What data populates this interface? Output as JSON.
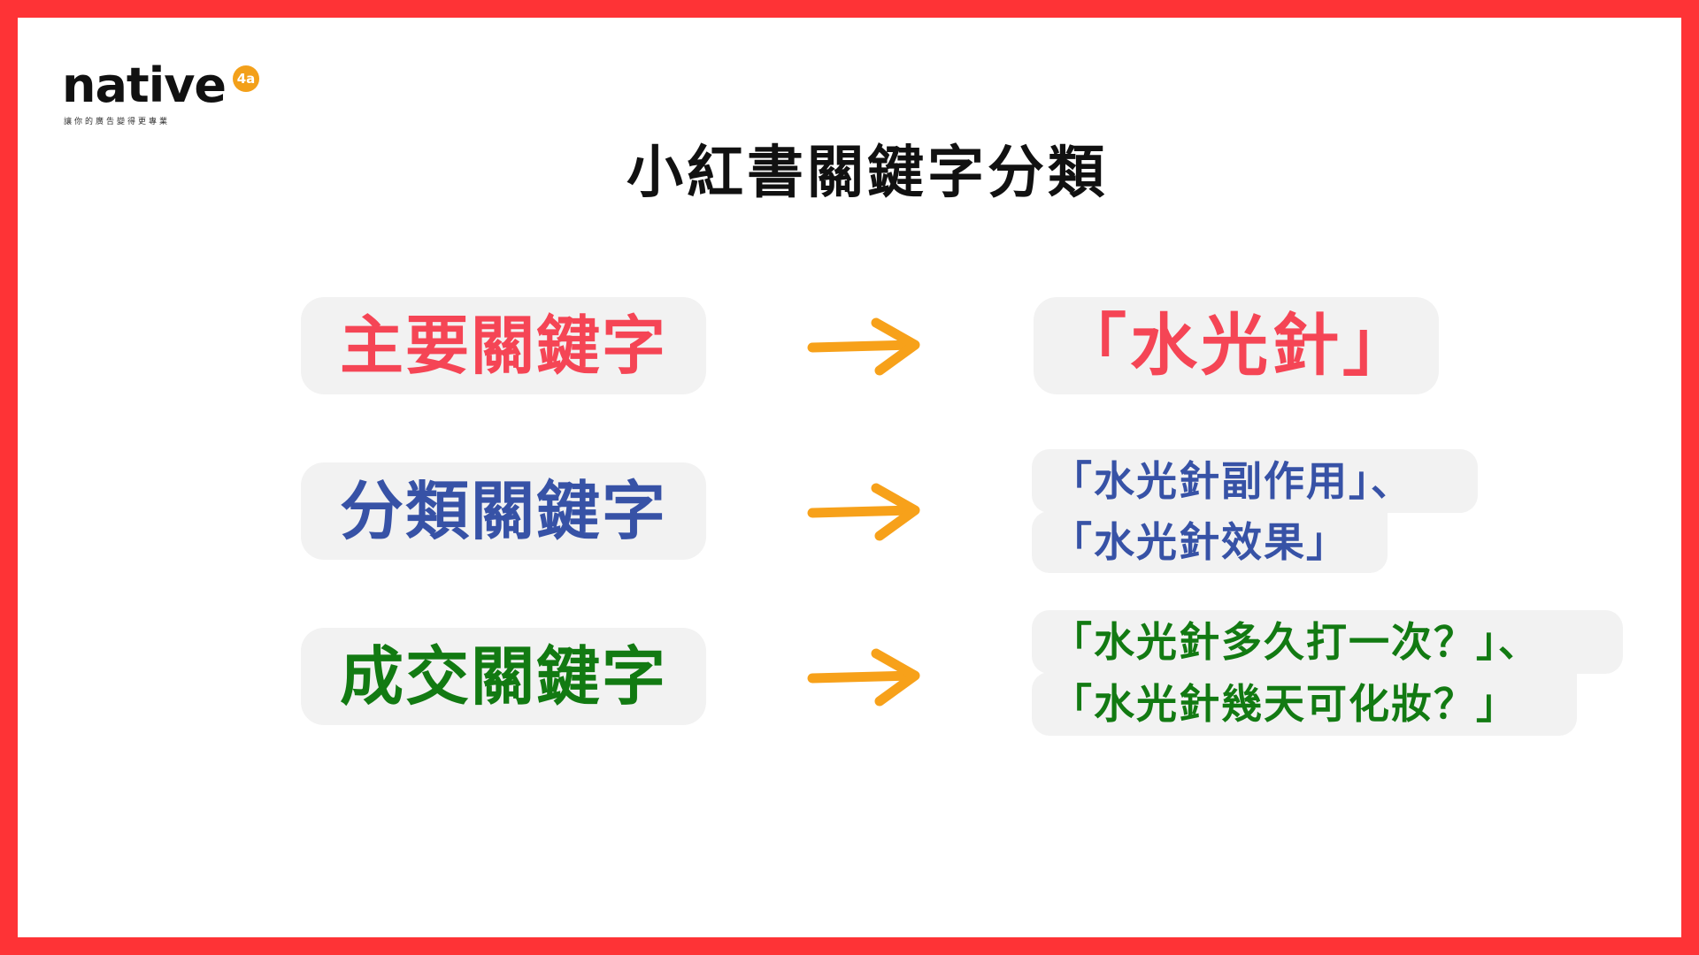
{
  "logo": {
    "wordmark": "native",
    "badge": "4a",
    "tagline": "讓你的廣告變得更專業"
  },
  "title": "小紅書關鍵字分類",
  "rows": [
    {
      "label": "主要關鍵字",
      "results": [
        "「水光針」"
      ]
    },
    {
      "label": "分類關鍵字",
      "results": [
        "「水光針副作用」、",
        "「水光針效果」"
      ]
    },
    {
      "label": "成交關鍵字",
      "results": [
        "「水光針多久打一次？」、",
        "「水光針幾天可化妝？」"
      ]
    }
  ],
  "colors": {
    "frame": "#fe3336",
    "primary_keyword": "#f54555",
    "category_keyword": "#3752a6",
    "conversion_keyword": "#127a12",
    "arrow": "#f7a11a",
    "pill_background": "#f2f2f2"
  },
  "icons": [
    "arrow-right-icon"
  ]
}
